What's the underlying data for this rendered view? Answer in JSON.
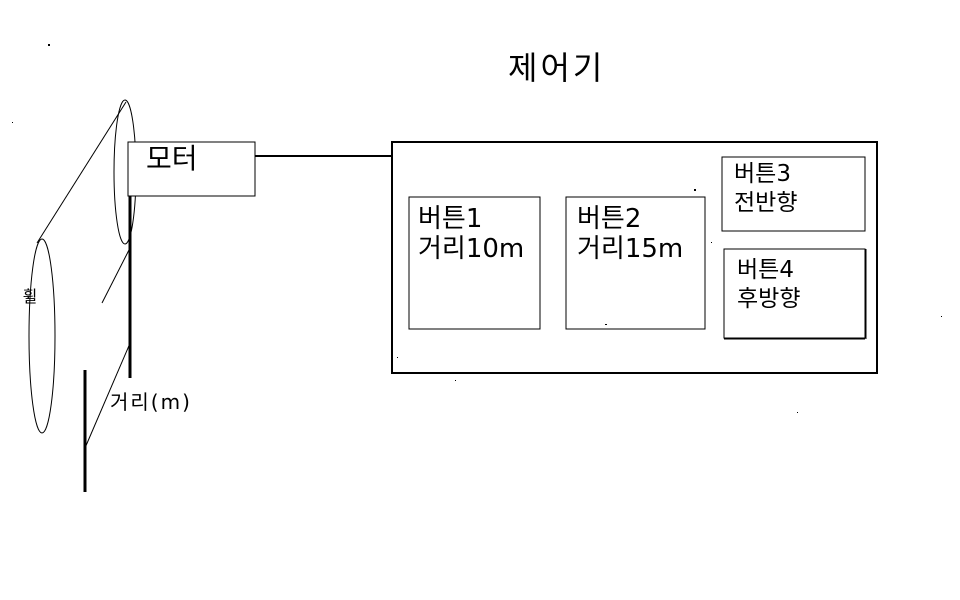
{
  "controller": {
    "title": "제어기",
    "buttons": [
      {
        "name": "버튼1",
        "detail": "거리10m"
      },
      {
        "name": "버튼2",
        "detail": "거리15m"
      },
      {
        "name": "버튼3",
        "detail": "전반향"
      },
      {
        "name": "버튼4",
        "detail": "후방향"
      }
    ]
  },
  "motor": {
    "label": "모터"
  },
  "wheel": {
    "label": "휠"
  },
  "distance": {
    "label": "거리(m)"
  },
  "colors": {
    "stroke": "#000000",
    "background": "#ffffff"
  }
}
